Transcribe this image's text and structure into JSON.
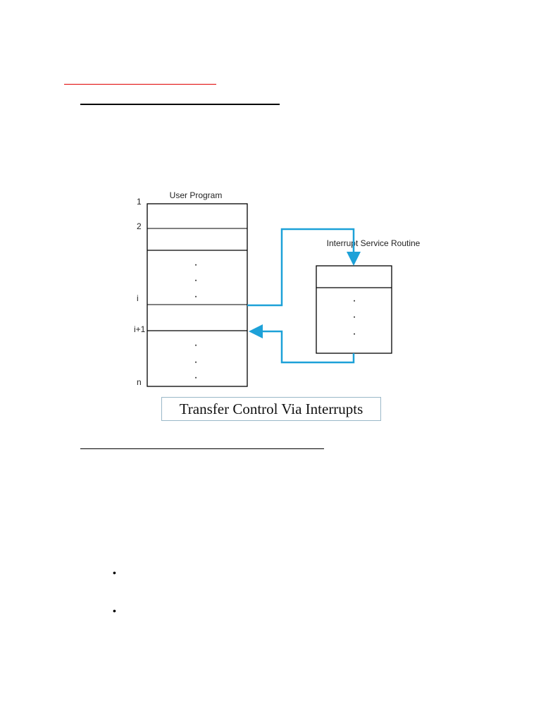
{
  "diagram": {
    "user_program_label": "User Program",
    "isr_label": "Interrupt Service Routine",
    "row_labels": [
      "1",
      "2",
      "i",
      "i+1",
      "n"
    ],
    "dot": "·",
    "line_color": "#1da1d8"
  },
  "caption": "Transfer Control Via Interrupts",
  "bullets": [
    "•",
    "•"
  ]
}
